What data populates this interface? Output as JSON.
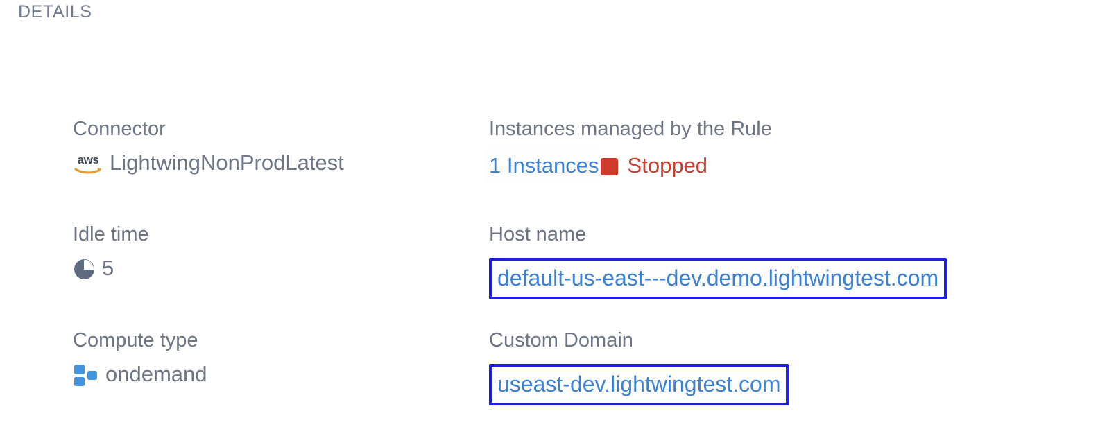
{
  "section": {
    "title": "DETAILS"
  },
  "colors": {
    "label_text": "#6e7685",
    "value_text": "#6e7685",
    "link_blue": "#3b82d4",
    "status_red": "#cc3b2c",
    "annotation_border": "#1f1fe0",
    "aws_orange": "#ed9a2e",
    "aws_dark": "#3b4755",
    "compute_blue": "#4294e0",
    "background": "#ffffff"
  },
  "left_column": {
    "fields": [
      {
        "label": "Connector",
        "value": "LightwingNonProdLatest",
        "icon": "aws-icon"
      },
      {
        "label": "Idle time",
        "value": "5",
        "icon": "clock-icon"
      },
      {
        "label": "Compute type",
        "value": "ondemand",
        "icon": "compute-type-icon"
      }
    ]
  },
  "right_column": {
    "fields": [
      {
        "label": "Instances managed by the Rule",
        "instances_link": "1 Instances",
        "status_icon": "stopped-square-icon",
        "status_text": "Stopped"
      },
      {
        "label": "Host name",
        "value": "default-us-east---dev.demo.lightwingtest.com"
      },
      {
        "label": "Custom Domain",
        "value": "useast-dev.lightwingtest.com"
      }
    ]
  }
}
